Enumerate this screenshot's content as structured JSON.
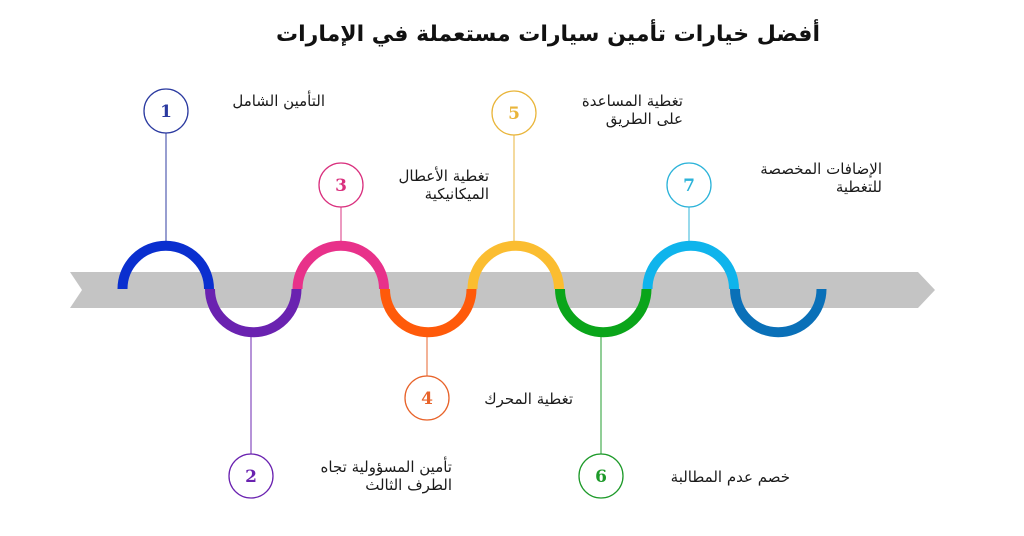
{
  "title": "أفضل خيارات تأمين سيارات مستعملة في الإمارات",
  "arc_colors": [
    "#0a2fcf",
    "#6a22b0",
    "#e8318a",
    "#ff5a0a",
    "#fbbd30",
    "#0aa51a",
    "#0fb4ec",
    "#0a70b8"
  ],
  "band_color": "#c4c4c4",
  "steps": [
    {
      "number": "1",
      "label": "التأمين الشامل",
      "color": "#2b3aa0"
    },
    {
      "number": "2",
      "label": "تأمين المسؤولية تجاه\nالطرف الثالث",
      "color": "#6a22b0"
    },
    {
      "number": "3",
      "label": "تغطية الأعطال\nالميكانيكية",
      "color": "#d9307e"
    },
    {
      "number": "4",
      "label": "تغطية المحرك",
      "color": "#e8632a"
    },
    {
      "number": "5",
      "label": "تغطية المساعدة\nعلى الطريق",
      "color": "#e9b53a"
    },
    {
      "number": "6",
      "label": "خصم عدم المطالبة",
      "color": "#1e9a2a"
    },
    {
      "number": "7",
      "label": "الإضافات المخصصة\nللتغطية",
      "color": "#2cb3d9"
    }
  ]
}
